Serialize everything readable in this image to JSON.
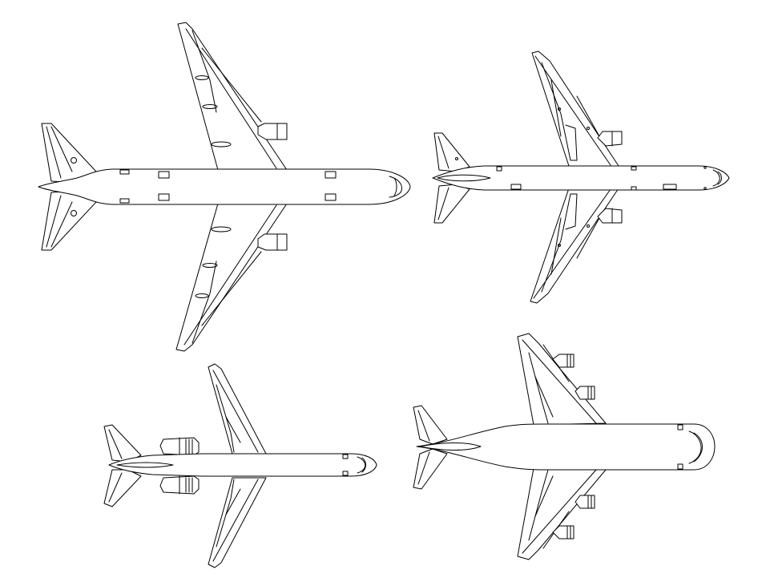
{
  "drawing": {
    "background": "#ffffff",
    "line_color": "#000000",
    "aircraft": [
      {
        "id": "widebody-twin-large"
      },
      {
        "id": "widebody-twin-swept"
      },
      {
        "id": "narrowbody-rear-engine"
      },
      {
        "id": "widebody-quad"
      }
    ]
  }
}
